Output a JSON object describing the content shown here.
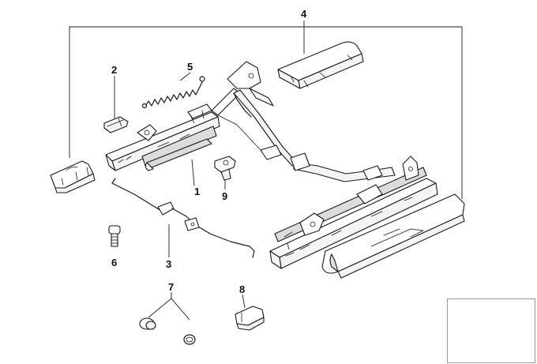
{
  "callouts": [
    {
      "id": "1",
      "text": "1"
    },
    {
      "id": "2",
      "text": "2"
    },
    {
      "id": "3",
      "text": "3"
    },
    {
      "id": "4",
      "text": "4"
    },
    {
      "id": "5",
      "text": "5"
    },
    {
      "id": "6",
      "text": "6"
    },
    {
      "id": "7",
      "text": "7"
    },
    {
      "id": "8",
      "text": "8"
    },
    {
      "id": "9",
      "text": "9"
    }
  ],
  "colors": {
    "line": "#1a1a1a",
    "background": "#ffffff",
    "thumbnail_border": "#999999"
  },
  "thumbnail": {
    "icon": "car-silhouette-icon"
  }
}
